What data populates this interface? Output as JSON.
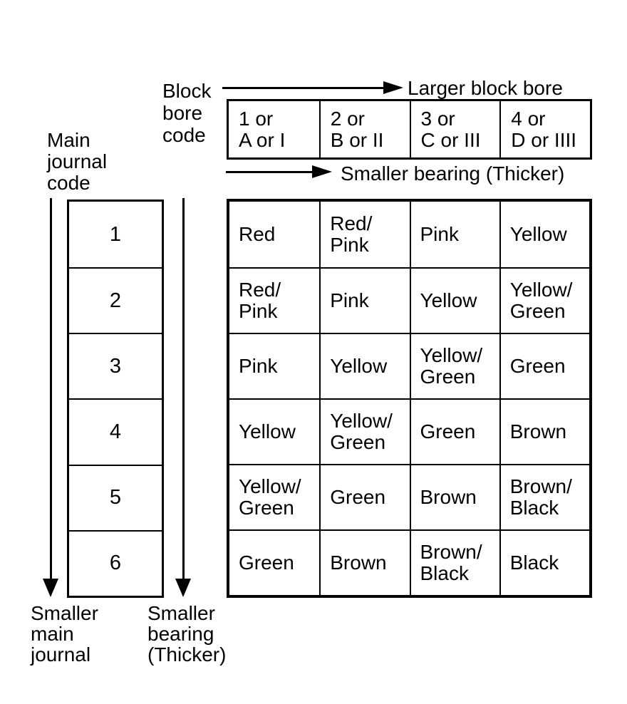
{
  "labels": {
    "block_bore_code": "Block\nbore\ncode",
    "larger_block_bore": "Larger block bore",
    "smaller_bearing_top": "Smaller bearing (Thicker)",
    "main_journal_code": "Main\njournal\ncode",
    "smaller_main_journal": "Smaller\nmain\njournal",
    "smaller_bearing_bottom": "Smaller\nbearing\n(Thicker)"
  },
  "block_bore_headers": [
    "1 or\nA or I",
    "2 or\nB or II",
    "3 or\nC or III",
    "4 or\nD or IIII"
  ],
  "journal_codes": [
    "1",
    "2",
    "3",
    "4",
    "5",
    "6"
  ],
  "bearing_matrix": [
    [
      "Red",
      "Red/\nPink",
      "Pink",
      "Yellow"
    ],
    [
      "Red/\nPink",
      "Pink",
      "Yellow",
      "Yellow/\nGreen"
    ],
    [
      "Pink",
      "Yellow",
      "Yellow/\nGreen",
      "Green"
    ],
    [
      "Yellow",
      "Yellow/\nGreen",
      "Green",
      "Brown"
    ],
    [
      "Yellow/\nGreen",
      "Green",
      "Brown",
      "Brown/\nBlack"
    ],
    [
      "Green",
      "Brown",
      "Brown/\nBlack",
      "Black"
    ]
  ],
  "colors": {
    "ink": "#000000",
    "background": "#ffffff"
  }
}
